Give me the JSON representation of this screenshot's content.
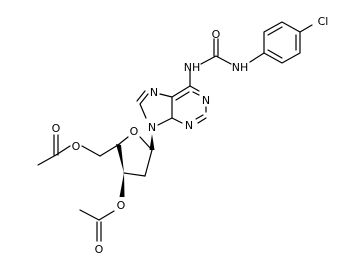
{
  "molecule": {
    "atoms": {
      "o_urea": "O",
      "nh_left": "NH",
      "nh_right": "NH",
      "cl": "Cl",
      "n7": "N",
      "n1": "N",
      "n3": "N",
      "n9": "N",
      "o_ring": "O",
      "o_ester5": "O",
      "o_carbonyl5": "O",
      "o_ester3": "O",
      "o_carbonyl3": "O"
    }
  }
}
